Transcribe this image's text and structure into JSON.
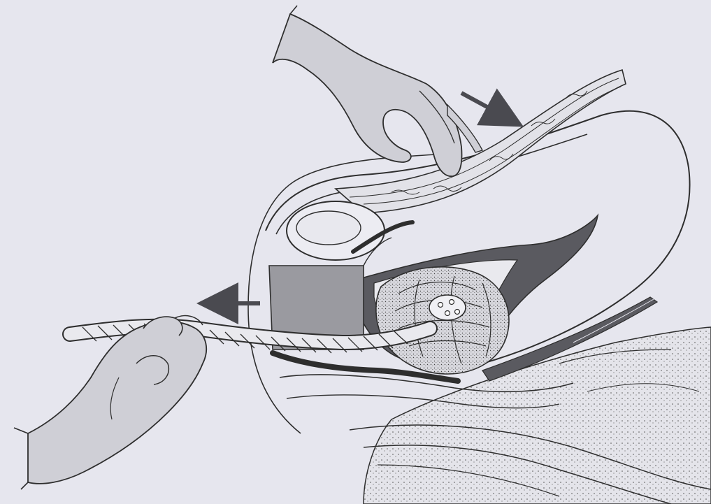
{
  "figure": {
    "colors": {
      "paper": "#e6e6ee",
      "ink": "#2e2e2e",
      "glove_fill": "#cfcfd6",
      "dark_shading": "#5a5a60",
      "mid_shading": "#9a9aa0",
      "cord_fill": "#e9e9ee"
    },
    "arrows": [
      {
        "name": "pressure-arrow",
        "direction": "down-right"
      },
      {
        "name": "traction-arrow",
        "direction": "left"
      }
    ]
  }
}
